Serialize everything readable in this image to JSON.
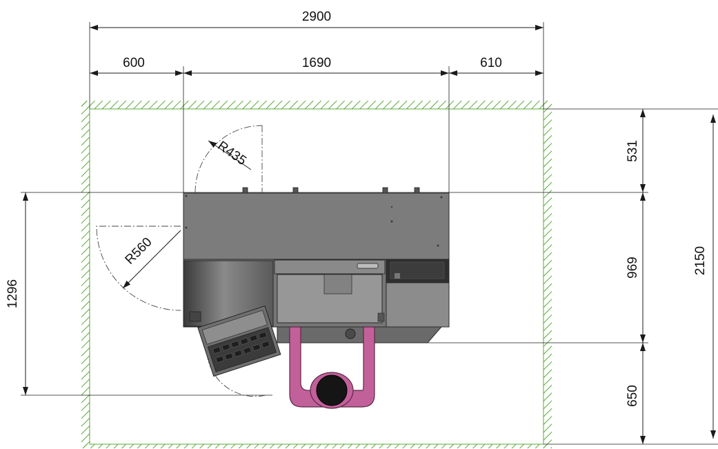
{
  "dimensions": {
    "overall_width": "2900",
    "left_clearance": "600",
    "machine_width": "1690",
    "right_clearance": "610",
    "rear_clearance": "531",
    "machine_depth": "969",
    "front_clearance": "650",
    "overall_depth": "2150",
    "lid_swing_depth": "1296",
    "rear_door_radius": "R435",
    "side_door_radius": "R560"
  },
  "colors": {
    "zone_hatch": "#5aa83a",
    "machine_body": "#7b7b7b",
    "machine_dark": "#4a4a4a",
    "operator": "#c2609a",
    "dimension_line": "#1a1a1a"
  }
}
